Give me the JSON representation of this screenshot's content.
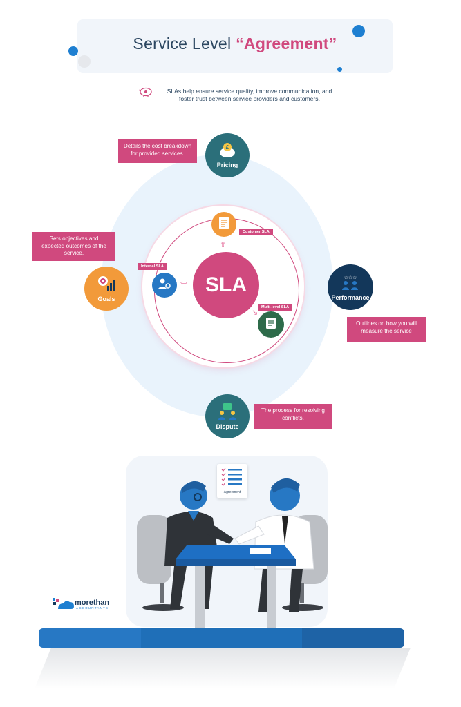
{
  "header": {
    "title_prefix": "Service Level ",
    "title_open_quote": "“",
    "title_keyword": "Agreement",
    "title_close_quote": "”"
  },
  "intro": {
    "icon": "piggy-bank-icon",
    "line1": "SLAs help ensure service quality, improve communication, and",
    "line2": "foster trust between service providers and customers."
  },
  "center": {
    "label": "SLA"
  },
  "inner_nodes": {
    "customer": {
      "label": "Customer SLA",
      "icon": "document-icon"
    },
    "internal": {
      "label": "Internal SLA",
      "icon": "team-gear-icon"
    },
    "multilevel": {
      "label": "Multi-level SLA",
      "icon": "checklist-icon"
    }
  },
  "outer_nodes": {
    "pricing": {
      "label": "Pricing",
      "icon": "piggy-bank-pound-icon",
      "color": "#2b6f7a",
      "description_line1": "Details the cost breakdown",
      "description_line2": "for provided services."
    },
    "goals": {
      "label": "Goals",
      "icon": "target-chart-icon",
      "color": "#f29a3a",
      "description_line1": "Sets objectives and",
      "description_line2": "expected outcomes of the",
      "description_line3": "service."
    },
    "performance": {
      "label": "Performance",
      "icon": "rating-team-icon",
      "color": "#13375a",
      "description_line1": "Outlines on how you will",
      "description_line2": "measure the service"
    },
    "dispute": {
      "label": "Dispute",
      "icon": "people-dispute-icon",
      "color": "#2b6f7a",
      "description_line1": "The process for resolving",
      "description_line2": "conflicts."
    }
  },
  "illustration": {
    "document_label": "Agreement"
  },
  "logo": {
    "name": "morethan",
    "sub": "ACCOUNTANTS"
  },
  "colors": {
    "accent": "#d0497e",
    "blue": "#2778c4",
    "teal": "#2b6f7a",
    "orange": "#f29a3a",
    "navy": "#13375a",
    "green": "#2e6b4a"
  }
}
